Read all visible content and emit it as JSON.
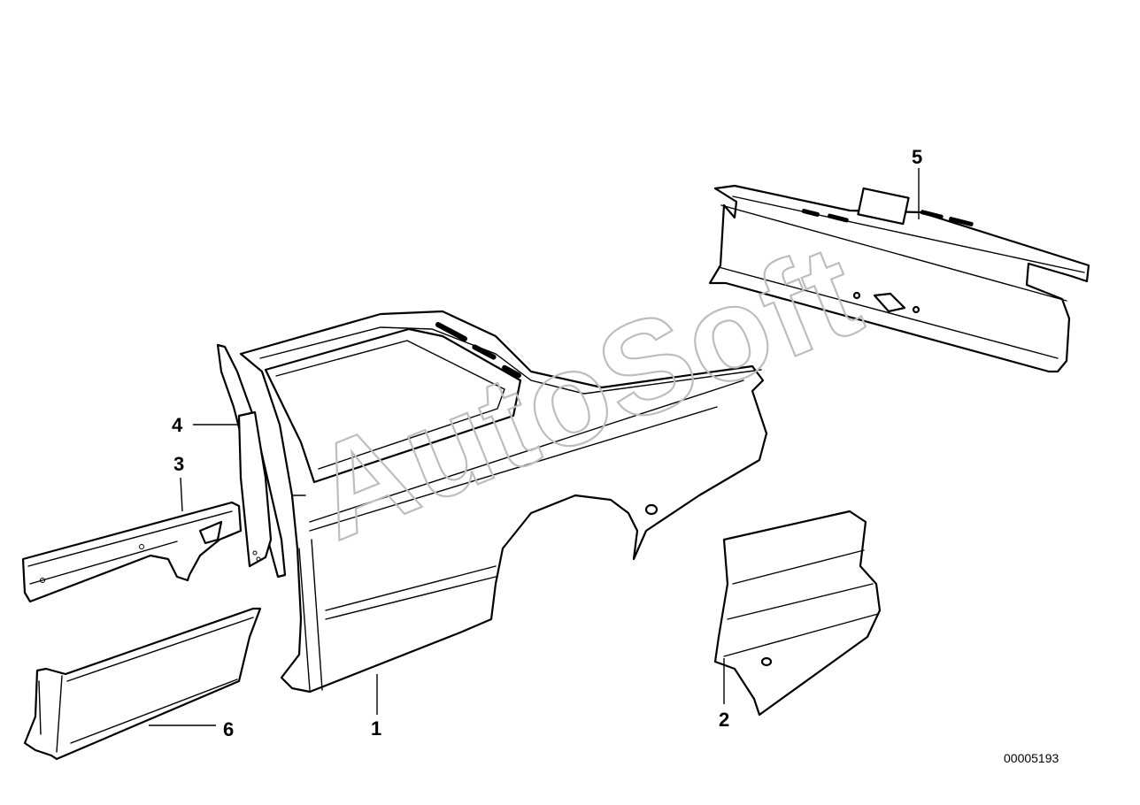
{
  "watermark": "AutoSoft",
  "document_number": "00005193",
  "callouts": {
    "p1": "1",
    "p2": "2",
    "p3": "3",
    "p4": "4",
    "p5": "5",
    "p6": "6"
  }
}
